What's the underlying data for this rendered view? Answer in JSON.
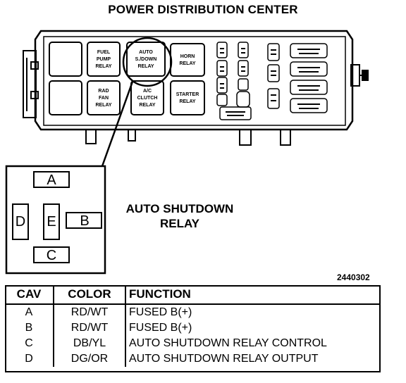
{
  "title": "POWER DISTRIBUTION CENTER",
  "pdc": {
    "relays": [
      {
        "line1": "FUEL",
        "line2": "PUMP",
        "line3": "RELAY"
      },
      {
        "line1": "AUTO",
        "line2": "S./DOWN",
        "line3": "RELAY"
      },
      {
        "line1": "HORN",
        "line2": "RELAY",
        "line3": ""
      },
      {
        "line1": "RAD",
        "line2": "FAN",
        "line3": "RELAY"
      },
      {
        "line1": "A/C",
        "line2": "CLUTCH",
        "line3": "RELAY"
      },
      {
        "line1": "STARTER",
        "line2": "RELAY",
        "line3": ""
      }
    ]
  },
  "connector": {
    "pins": {
      "a": "A",
      "b": "B",
      "c": "C",
      "d": "D",
      "e": "E"
    }
  },
  "caption": {
    "line1": "AUTO SHUTDOWN",
    "line2": "RELAY"
  },
  "part_number": "2440302",
  "table": {
    "headers": {
      "cav": "CAV",
      "color": "COLOR",
      "function": "FUNCTION"
    },
    "rows": [
      {
        "cav": "A",
        "color": "RD/WT",
        "function": "FUSED B(+)"
      },
      {
        "cav": "B",
        "color": "RD/WT",
        "function": "FUSED B(+)"
      },
      {
        "cav": "C",
        "color": "DB/YL",
        "function": "AUTO SHUTDOWN RELAY CONTROL"
      },
      {
        "cav": "D",
        "color": "DG/OR",
        "function": "AUTO SHUTDOWN RELAY OUTPUT"
      }
    ]
  }
}
